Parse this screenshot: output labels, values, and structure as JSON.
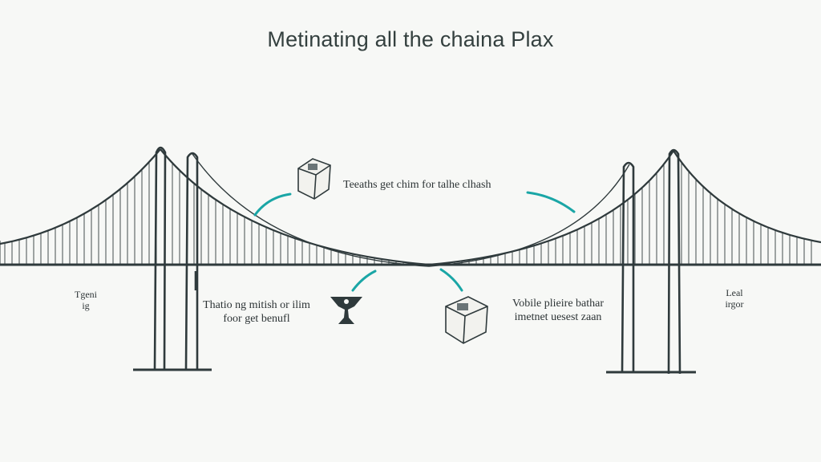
{
  "title": "Metinating all the chaina Plax",
  "labels": {
    "top_center": "Teeaths get chim for talhe clhash",
    "left_mid_line1": "Thatio ng mitish or ilim",
    "left_mid_line2": "foor get benufl",
    "right_mid_line1": "Vobile plieire bathar",
    "right_mid_line2": "imetnet uesest zaan",
    "far_left_line1": "Tgeni",
    "far_left_line2": "ig",
    "far_right_line1": "Leal",
    "far_right_line2": "irgor"
  },
  "icons": [
    "box-icon",
    "box-icon",
    "trophy-icon"
  ],
  "colors": {
    "ink": "#2f3a3c",
    "accent": "#1aa6a6",
    "background": "#f7f8f6"
  }
}
